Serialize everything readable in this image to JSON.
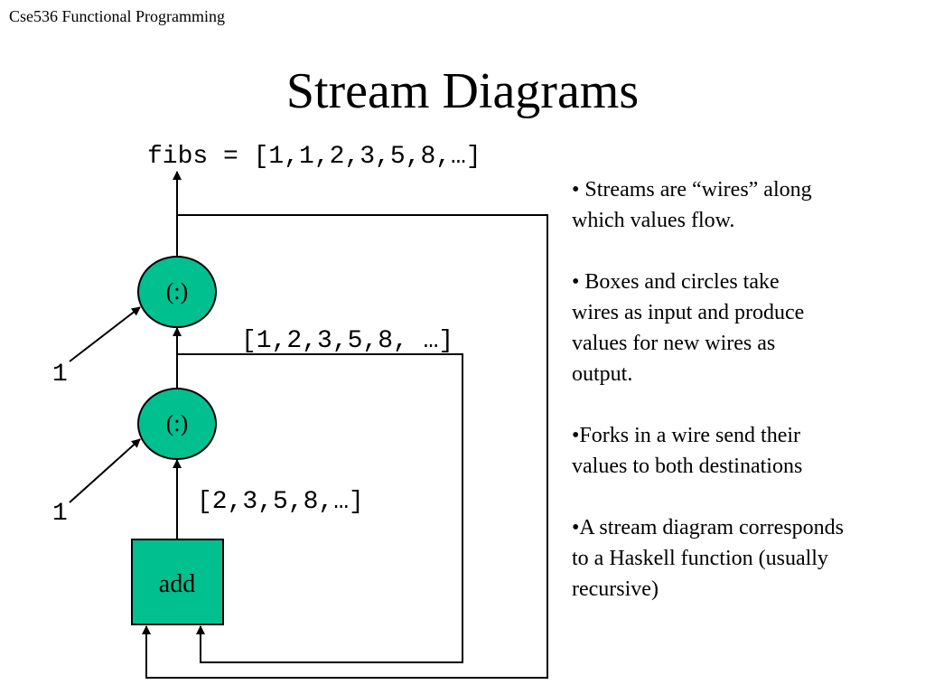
{
  "header": {
    "course": "Cse536 Functional Programming"
  },
  "slide": {
    "title": "Stream Diagrams"
  },
  "diagram": {
    "fibs_label": "fibs = [1,1,2,3,5,8,…]",
    "upper_cons": "(:)",
    "lower_cons": "(:)",
    "upper_input": "1",
    "lower_input": "1",
    "tail_stream": "[1,2,3,5,8, …]",
    "tail_tail_stream": "[2,3,5,8,…]",
    "add_box": "add",
    "colors": {
      "node_fill": "#00c08f",
      "stroke": "#000000"
    }
  },
  "bullets": [
    "• Streams are “wires” along\n which values flow.",
    "• Boxes and circles take\nwires as input and produce\nvalues for new wires as\noutput.",
    "•Forks in a wire send their\nvalues to both destinations",
    "•A stream diagram corresponds\nto a Haskell function (usually\nrecursive)"
  ]
}
